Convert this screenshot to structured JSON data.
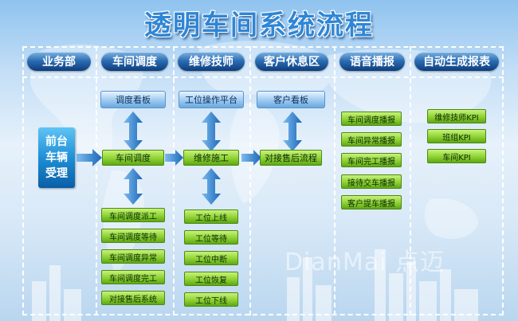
{
  "title": "透明车间系统流程",
  "lanes": [
    {
      "label": "业务部"
    },
    {
      "label": "车间调度"
    },
    {
      "label": "维修技师"
    },
    {
      "label": "客户休息区"
    },
    {
      "label": "语音播报"
    },
    {
      "label": "自动生成报表"
    }
  ],
  "front_desk": {
    "line1": "前台",
    "line2": "车辆",
    "line3": "受理"
  },
  "dispatch": {
    "board": "调度看板",
    "main": "车间调度",
    "items": [
      "车间调度派工",
      "车间调度等待",
      "车间调度异常",
      "车间调度完工",
      "对接售后系统"
    ]
  },
  "technician": {
    "board": "工位操作平台",
    "main": "维修施工",
    "items": [
      "工位上线",
      "工位等待",
      "工位中断",
      "工位恢复",
      "工位下线"
    ]
  },
  "lounge": {
    "board": "客户看板",
    "main": "对接售后流程"
  },
  "voice": {
    "items": [
      "车间调度播报",
      "车间异常播报",
      "车间完工播报",
      "接待交车播报",
      "客户提车播报"
    ]
  },
  "reports": {
    "items": [
      "维修技师KPI",
      "班组KPI",
      "车间KPI"
    ]
  },
  "watermark": "DianMai 点迈",
  "colors": {
    "header": "#1f5ea8",
    "green": "#8ed233",
    "blue": "#9dcaf0",
    "arrow": "#2a7fd0"
  }
}
